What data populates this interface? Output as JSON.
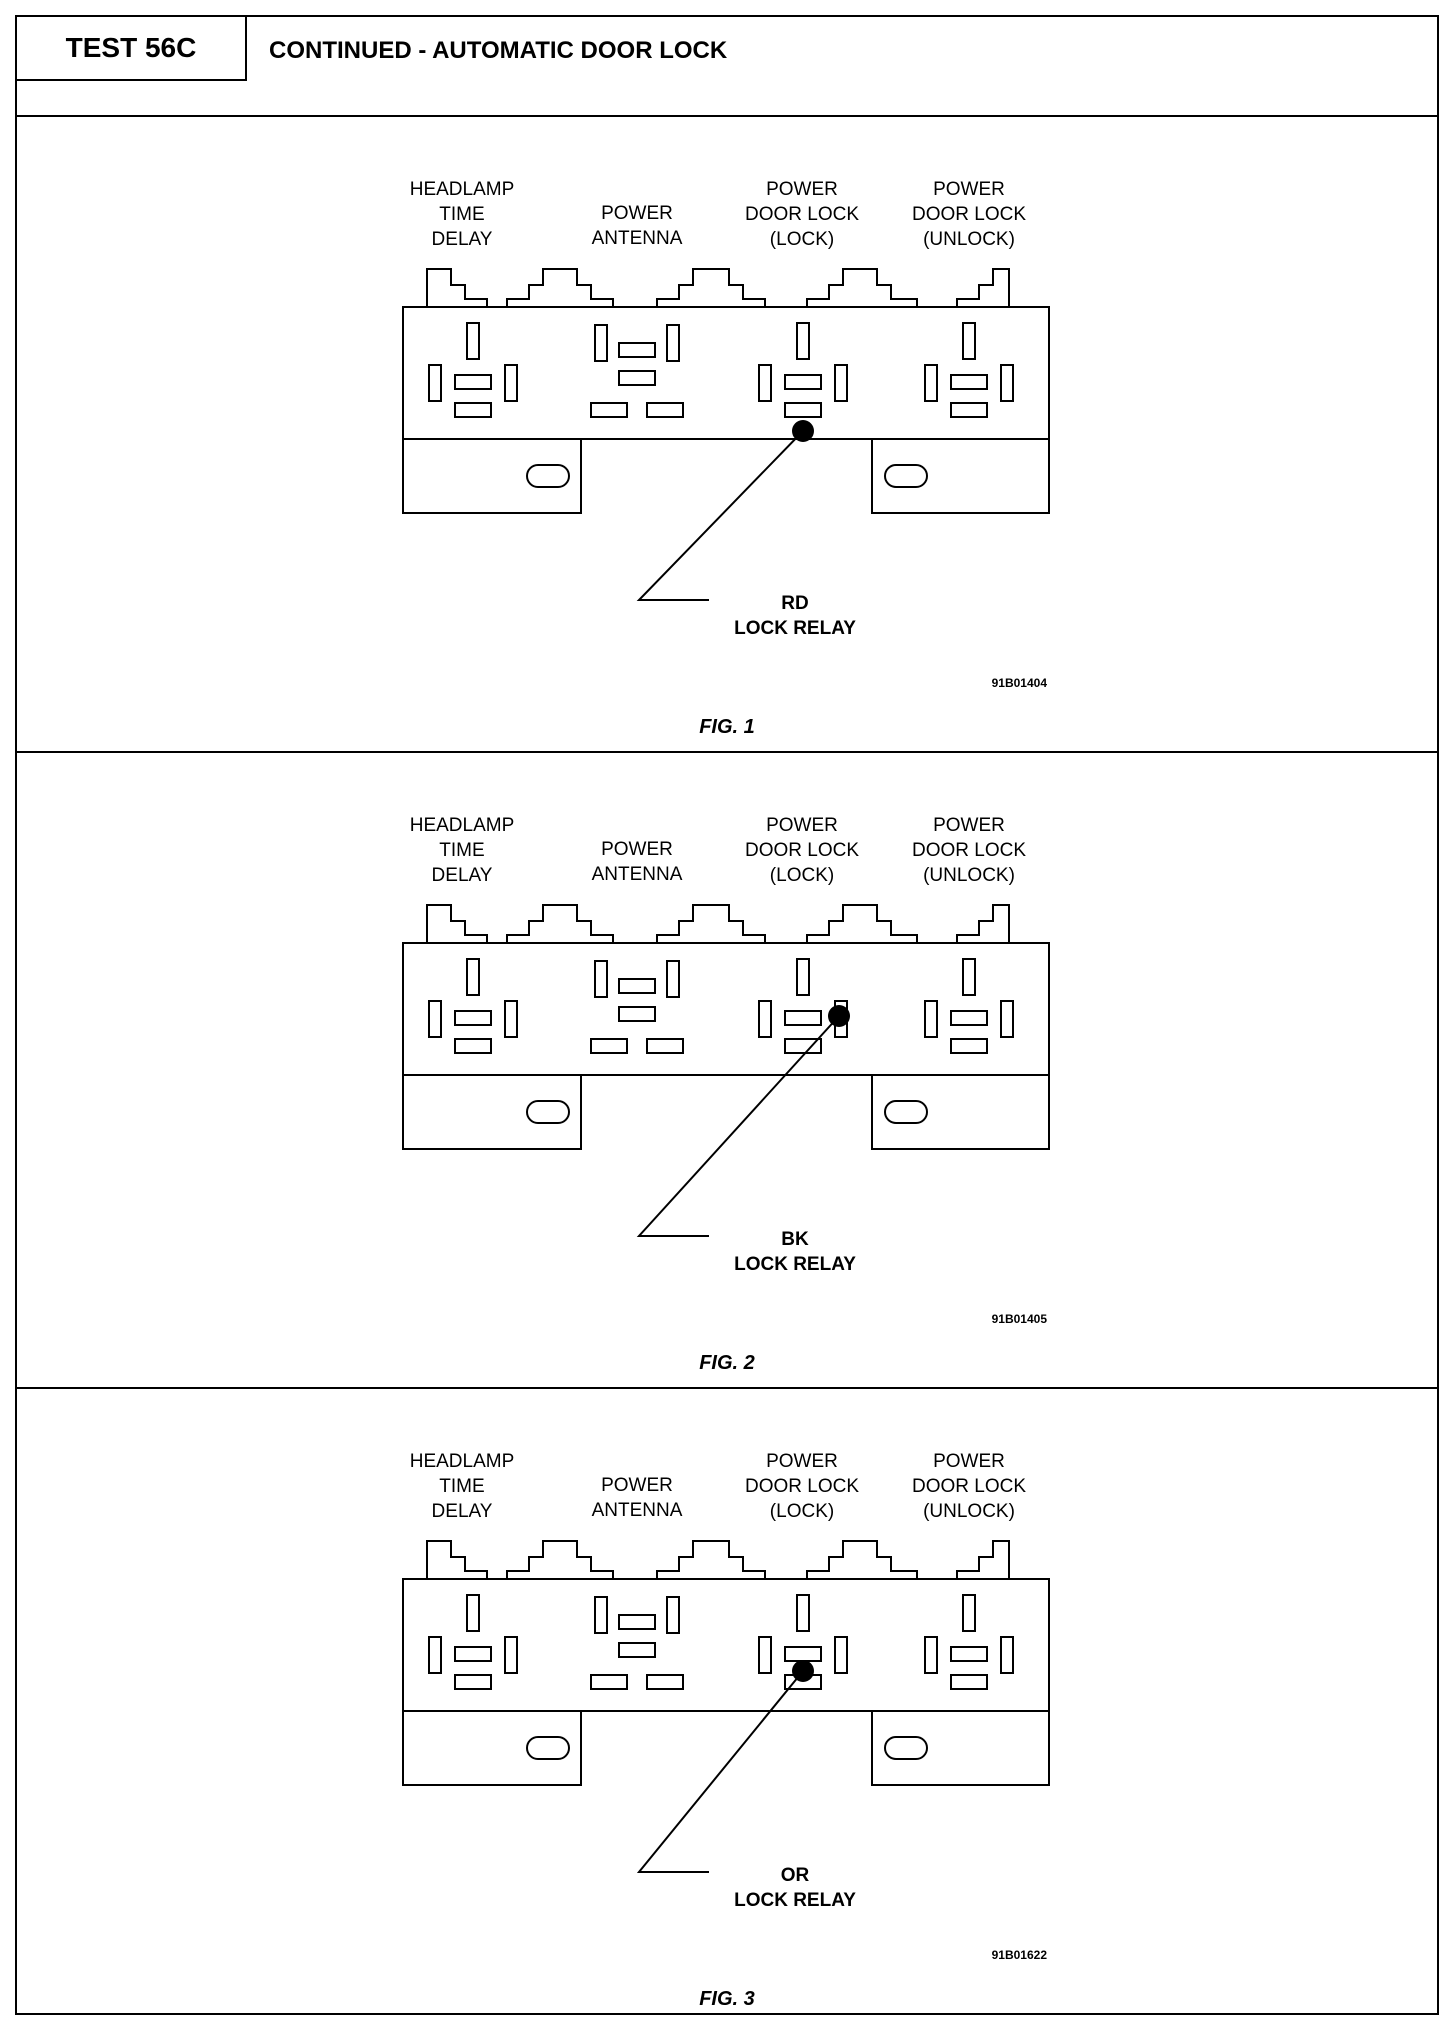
{
  "header": {
    "test_label": "TEST 56C",
    "title": "CONTINUED - AUTOMATIC DOOR LOCK"
  },
  "relay_labels": {
    "headlamp": [
      "HEADLAMP",
      "TIME",
      "DELAY"
    ],
    "antenna": [
      "POWER",
      "ANTENNA"
    ],
    "lock": [
      "POWER",
      "DOOR LOCK",
      "(LOCK)"
    ],
    "unlock": [
      "POWER",
      "DOOR LOCK",
      "(UNLOCK)"
    ]
  },
  "figures": [
    {
      "wire_color": "RD",
      "callout": "LOCK RELAY",
      "code": "91B01404",
      "caption": "FIG. 1"
    },
    {
      "wire_color": "BK",
      "callout": "LOCK RELAY",
      "code": "91B01405",
      "caption": "FIG. 2"
    },
    {
      "wire_color": "OR",
      "callout": "LOCK RELAY",
      "code": "91B01622",
      "caption": "FIG. 3"
    }
  ]
}
